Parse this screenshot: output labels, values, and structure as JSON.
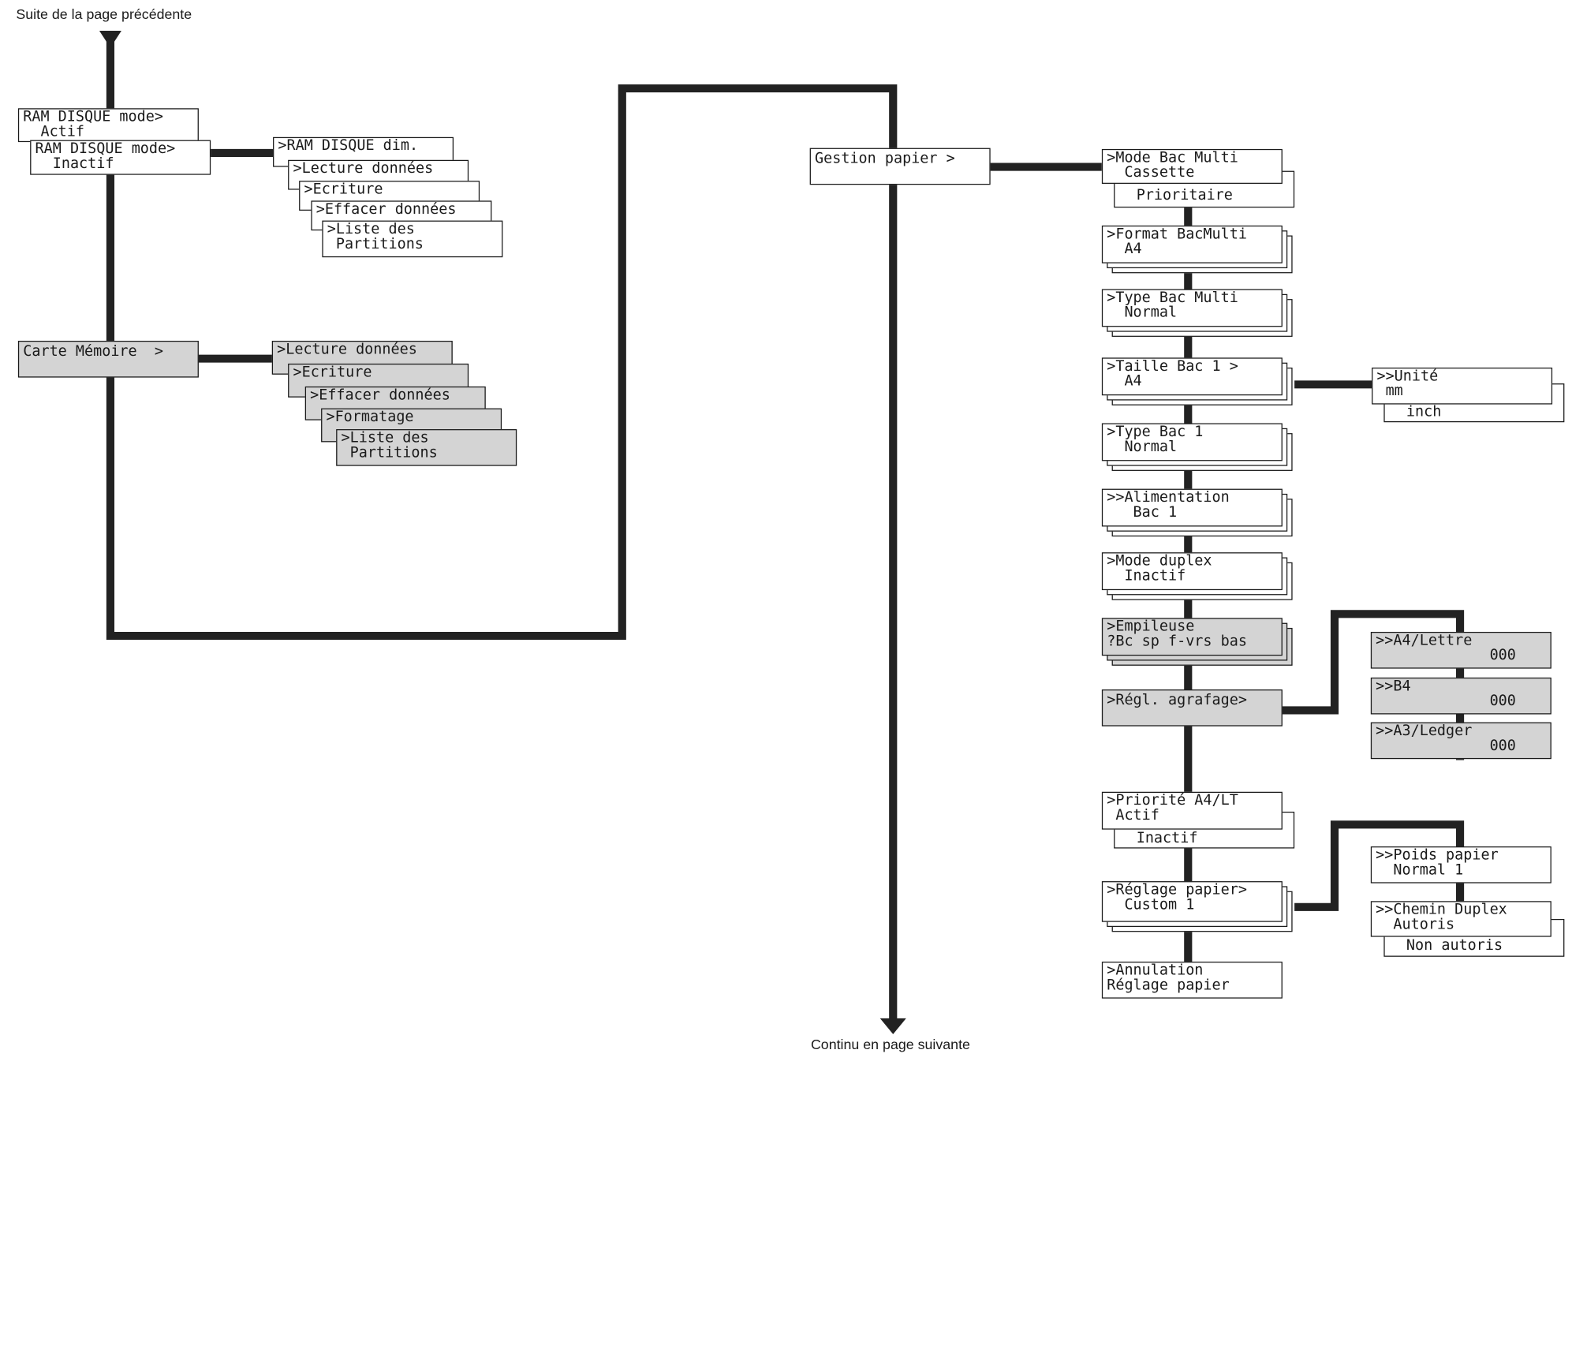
{
  "captions": {
    "top": "Suite de la page précédente",
    "bottom": "Continu en page suivante"
  },
  "colors": {
    "line": "#222222",
    "box_border": "#1a1a1a",
    "box_fill": "#ffffff",
    "box_highlight": "#d4d4d4"
  },
  "ram_disque": {
    "mode_actif": [
      "RAM DISQUE mode>",
      "  Actif"
    ],
    "mode_inactif": [
      "RAM DISQUE mode>",
      "  Inactif"
    ],
    "dim": [
      ">RAM DISQUE dim."
    ],
    "lecture": [
      ">Lecture données"
    ],
    "ecriture": [
      ">Ecriture"
    ],
    "effacer": [
      ">Effacer données"
    ],
    "liste": [
      ">Liste des",
      " Partitions"
    ]
  },
  "carte_memoire": {
    "root": [
      "Carte Mémoire  >"
    ],
    "lecture": [
      ">Lecture données"
    ],
    "ecriture": [
      ">Ecriture"
    ],
    "effacer": [
      ">Effacer données"
    ],
    "formatage": [
      ">Formatage"
    ],
    "liste": [
      ">Liste des",
      " Partitions"
    ]
  },
  "gestion_papier": {
    "root": [
      "Gestion papier >"
    ],
    "mode_bac_multi": [
      ">Mode Bac Multi",
      "  Cassette"
    ],
    "mode_bac_multi_alt": [
      "  Prioritaire"
    ],
    "format_bac_multi": [
      ">Format BacMulti",
      "  A4"
    ],
    "type_bac_multi": [
      ">Type Bac Multi",
      "  Normal"
    ],
    "taille_bac_1": [
      ">Taille Bac 1 >",
      "  A4"
    ],
    "unite": [
      ">>Unité",
      " mm"
    ],
    "unite_alt": [
      "  inch"
    ],
    "type_bac_1": [
      ">Type Bac 1",
      "  Normal"
    ],
    "alimentation": [
      ">>Alimentation",
      "   Bac 1"
    ],
    "mode_duplex": [
      ">Mode duplex",
      "  Inactif"
    ],
    "empileuse": [
      ">Empileuse",
      "?Bc sp f-vrs bas"
    ],
    "regl_agrafage": [
      ">Régl. agrafage>"
    ],
    "a4_lettre": [
      ">>A4/Lettre",
      "             000"
    ],
    "b4": [
      ">>B4",
      "             000"
    ],
    "a3_ledger": [
      ">>A3/Ledger",
      "             000"
    ],
    "priorite": [
      ">Priorité A4/LT",
      " Actif"
    ],
    "priorite_alt": [
      "  Inactif"
    ],
    "reglage_papier": [
      ">Réglage papier>",
      "  Custom 1"
    ],
    "poids_papier": [
      ">>Poids papier",
      "  Normal 1"
    ],
    "chemin_duplex": [
      ">>Chemin Duplex",
      "  Autoris"
    ],
    "chemin_duplex_alt": [
      "  Non autoris"
    ],
    "annulation": [
      ">Annulation",
      "Réglage papier"
    ]
  }
}
